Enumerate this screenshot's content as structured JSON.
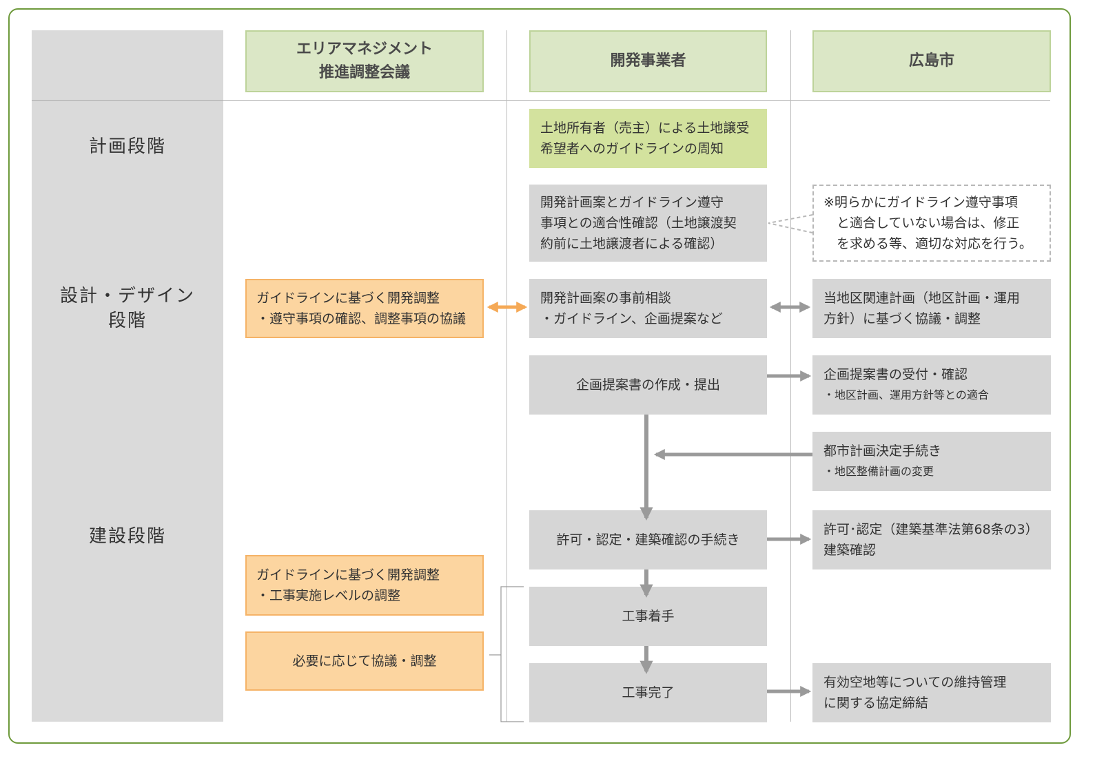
{
  "headers": {
    "area_management": "エリアマネジメント\n推進調整会議",
    "developer": "開発事業者",
    "city": "広島市"
  },
  "stages": {
    "planning": "計画段階",
    "design": "設計・デザイン\n段階",
    "construction": "建設段階"
  },
  "developer_steps": {
    "guideline_notice": "土地所有者（売主）による土地譲受\n希望者へのガイドラインの周知",
    "compliance_check": "開発計画案とガイドライン遵守\n事項との適合性確認（土地譲渡契\n約前に土地譲渡者による確認）",
    "pre_consultation": "開発計画案の事前相談\n・ガイドライン、企画提案など",
    "proposal_submit": "企画提案書の作成・提出",
    "permit_procedure": "許可・認定・建築確認の手続き",
    "construction_start": "工事着手",
    "construction_end": "工事完了"
  },
  "city_steps": {
    "note": "※明らかにガイドライン遵守事項\n　と適合していない場合は、修正\n　を求める等、適切な対応を行う。",
    "related_plan": "当地区関連計画（地区計画・運用\n方針）に基づく協議・調整",
    "proposal_receive_title": "企画提案書の受付・確認",
    "proposal_receive_sub": "・地区計画、運用方針等との適合",
    "urban_plan_title": "都市計画決定手続き",
    "urban_plan_sub": "・地区整備計画の変更",
    "permit": "許可･認定（建築基準法第68条の3）\n建築確認",
    "maintenance": "有効空地等についての維持管理\nに関する協定締結"
  },
  "area_steps": {
    "design_adjust": "ガイドラインに基づく開発調整\n・遵守事項の確認、調整事項の協議",
    "construction_adjust": "ガイドラインに基づく開発調整\n・工事実施レベルの調整",
    "as_needed": "必要に応じて協議・調整"
  },
  "colors": {
    "frame": "#6e9a3c",
    "header_fill": "#dbe7c6",
    "gray_box": "#d6d6d6",
    "green_box": "#d3e29e",
    "orange_box": "#fcd5a0",
    "orange_arrow": "#f5a956",
    "gray_arrow": "#9a9a9a"
  }
}
